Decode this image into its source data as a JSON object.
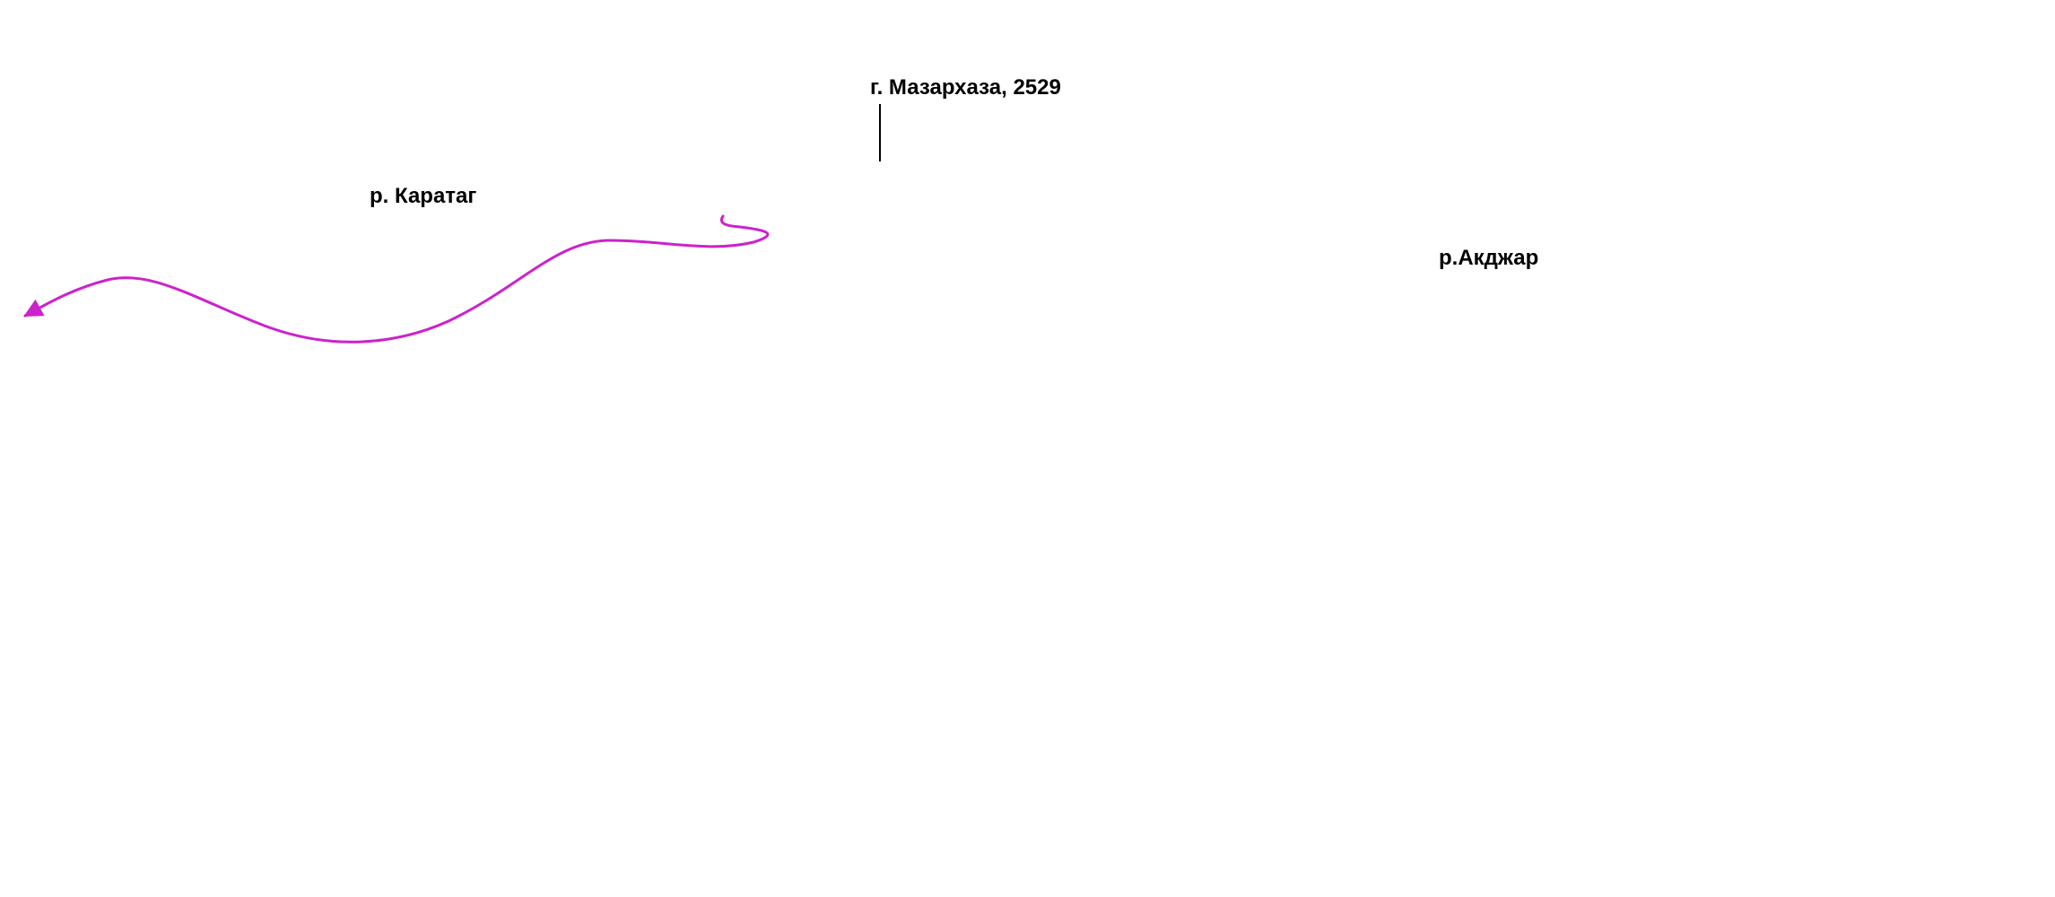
{
  "map": {
    "labels": {
      "peak": "г. Мазархаза, 2529",
      "river_karatag": "р. Каратаг",
      "river_akdzhar": "р.Акджар"
    },
    "colors": {
      "background": "#ffffff",
      "text": "#000000",
      "leader_line": "#000000",
      "river_line": "#cc22cc"
    },
    "features": {
      "peak_marker": "vertical-leader-line",
      "river_karatag_line": "meandering-line-with-arrow"
    }
  }
}
